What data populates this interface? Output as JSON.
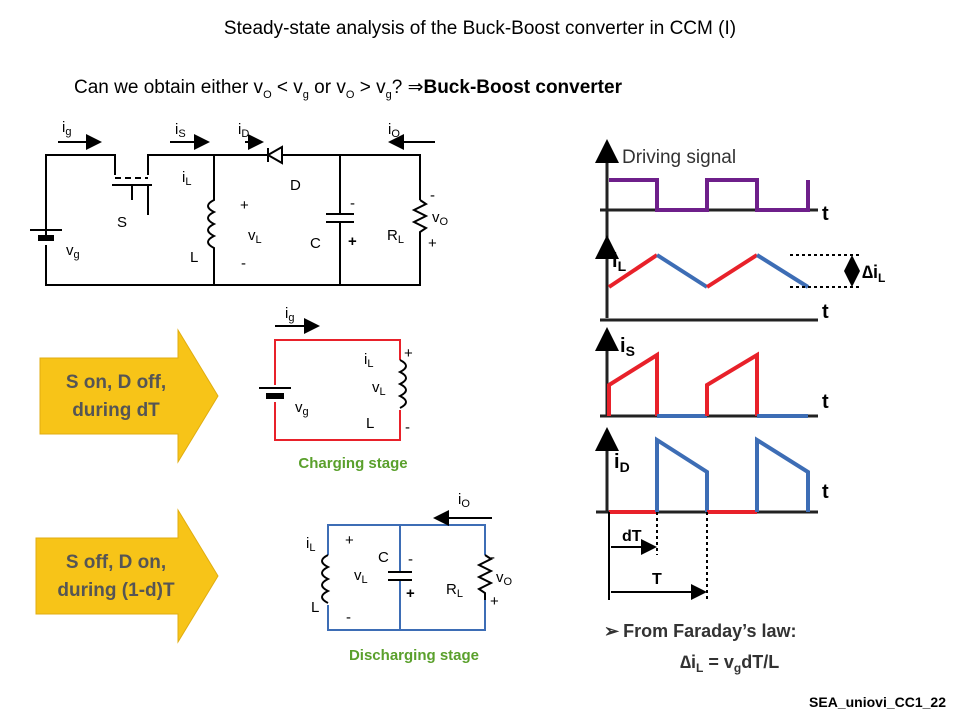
{
  "title": "Steady-state analysis of the Buck-Boost converter in CCM (I)",
  "question": {
    "prefix": "Can we obtain either v",
    "o_sub": "O",
    "lt": " < v",
    "g_sub": "g",
    "or": " or v",
    "o_sub2": "O",
    "gt": " > v",
    "g_sub2": "g",
    "qmark": "? ",
    "arrow": "⇒",
    "conclusion": "Buck-Boost converter"
  },
  "main_circuit": {
    "ig": "i",
    "ig_sub": "g",
    "is": "i",
    "is_sub": "S",
    "id": "i",
    "id_sub": "D",
    "io": "i",
    "io_sub": "O",
    "il": "i",
    "il_sub": "L",
    "vg": "v",
    "vg_sub": "g",
    "vl": "v",
    "vl_sub": "L",
    "vo": "v",
    "vo_sub": "O",
    "switch": "S",
    "diode": "D",
    "inductor": "L",
    "capacitor": "C",
    "resistor": "R",
    "resistor_sub": "L",
    "plus": "+",
    "minus": "-"
  },
  "stage_on": {
    "arrow_text_1": "S on, D off,",
    "arrow_text_2": "during dT",
    "caption": "Charging stage",
    "arrow_color": "#f7c418",
    "caption_color": "#5aa02c"
  },
  "stage_off": {
    "arrow_text_1": "S off, D on,",
    "arrow_text_2": "during (1-d)T",
    "caption": "Discharging stage"
  },
  "waveforms": {
    "driving_label": "Driving signal",
    "t": "t",
    "il": "i",
    "il_sub": "L",
    "is": "i",
    "is_sub": "S",
    "id": "i",
    "id_sub": "D",
    "delta": "∆",
    "dT": "dT",
    "T": "T",
    "colors": {
      "drive": "#6e1f8a",
      "rise": "#e8212a",
      "fall": "#3d6db5",
      "wire": "#e8212a"
    }
  },
  "faraday": {
    "bullet": "➢",
    "line1": "From Faraday’s law:",
    "delta": "∆",
    "i": "i",
    "i_sub": "L",
    "eq": " = v",
    "v_sub": "g",
    "rest": "dT/L"
  },
  "footer": "SEA_uniovi_CC1_22"
}
